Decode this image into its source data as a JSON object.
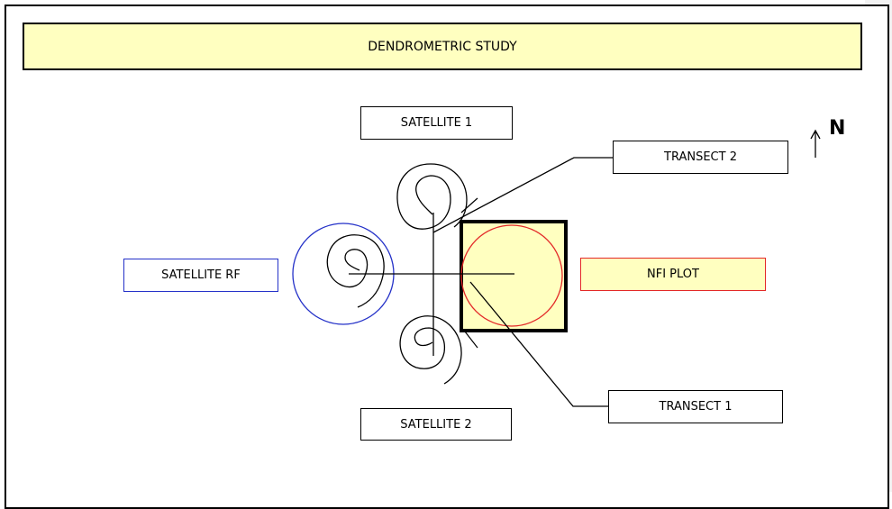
{
  "title": "DENDROMETRIC STUDY",
  "labels": {
    "satellite_1": "SATELLITE 1",
    "satellite_2": "SATELLITE 2",
    "satellite_rf": "SATELLITE RF",
    "nfi_plot": "NFI PLOT",
    "transect_1": "TRANSECT 1",
    "transect_2": "TRANSECT 2",
    "north": "N"
  },
  "colors": {
    "title_fill": "#ffffc0",
    "nfi_fill": "#ffffc0",
    "satellite_rf_outline": "#2431c8",
    "nfi_outline": "#e32828"
  }
}
